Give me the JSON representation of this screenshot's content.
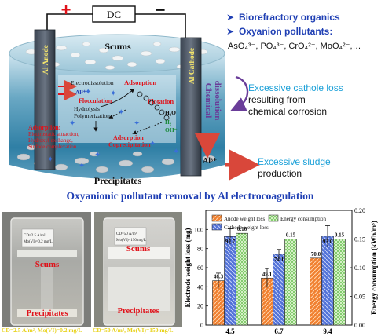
{
  "top_diagram": {
    "power_plus": "+",
    "power_minus": "−",
    "power_label": "DC",
    "scums_label": "Scums",
    "anode_label": "Al Anode",
    "cathode_label": "Al Cathode",
    "precipitates_label": "Precipitates",
    "inner": {
      "electrodissolution": "Electrodissolution",
      "al3": "Al³⁺",
      "adsorption_top": "Adsorption",
      "flocculation": "Flocculation",
      "hydrolysis": "Hydrolysis",
      "polymerization": "Polymerization",
      "flotation": "Flotation",
      "h2o": "H₂O",
      "h2": "H₂",
      "oh": "OH⁻",
      "adsorption_left_title": "Adsorption:",
      "adsorption_left_1": "Electrostatic attraction,",
      "adsorption_left_2": "Hydroxyl exchange,",
      "adsorption_left_3": "Surface complexation",
      "adsorption_right_1": "Adsorption",
      "adsorption_right_2": "Coprecipitation",
      "chemical_dissolution_1": "Chemical",
      "chemical_dissolution_2": "dissolution",
      "al_ion": "Al³⁺"
    }
  },
  "right_notes": {
    "bullet1": "Biorefractory organics",
    "bullet2": "Oxyanion pollutants:",
    "ions": "AsO₄³⁻, PO₄³⁻, CrO₄²⁻, MoO₄²⁻,…",
    "cathode_loss_1": "Excessive cathole loss",
    "cathode_loss_2": "resulting from",
    "cathode_loss_3": "chemical corrosion",
    "sludge_1": "Excessive sludge",
    "sludge_2": "production"
  },
  "main_title": "Oxyanionic pollutant removal by Al electrocoagulation",
  "photo_left": {
    "label_line1": "CD=2.5 A/m²",
    "label_line2": "Mo(VI)=0.2 mg/L",
    "scums": "Scums",
    "precipitates": "Precipitates",
    "caption": "CD=2.5 A/m², Mo(VI)=0.2 mg/L"
  },
  "photo_right": {
    "label_line1": "CD=50 A/m²",
    "label_line2": "Mo(VI)=150 mg/L",
    "scums": "Scums",
    "precipitates": "Precipitates",
    "caption": "CD=50 A/m², Mo(VI)=150 mg/L"
  },
  "chart_data": {
    "type": "bar",
    "categories": [
      "4.5",
      "6.7",
      "9.4"
    ],
    "series": [
      {
        "name": "Anode weight loss",
        "axis": "left",
        "values": [
          46.3,
          49.1,
          70.0
        ],
        "errors": [
          8,
          10,
          0
        ],
        "color": "#f07c2a",
        "pattern": "diag"
      },
      {
        "name": "Cathode weight loss",
        "axis": "left",
        "values": [
          92.7,
          74.1,
          93.0
        ],
        "errors": [
          8,
          5,
          11
        ],
        "color": "#4f6fd8",
        "pattern": "diag"
      },
      {
        "name": "Energy consumption",
        "axis": "right",
        "values": [
          0.16,
          0.15,
          0.15
        ],
        "errors": [
          0,
          0,
          0
        ],
        "color": "#5cbf4a",
        "pattern": "grid"
      }
    ],
    "ylabel": "Electrode weight loss (mg)",
    "ylim": [
      0,
      120
    ],
    "yticks": [
      0,
      20,
      40,
      60,
      80,
      100
    ],
    "y2label": "Energy consumption (kWh/m³)",
    "y2lim": [
      0,
      0.2
    ],
    "y2ticks": [
      "0.00",
      "0.05",
      "0.10",
      "0.15",
      "0.20"
    ],
    "data_labels": [
      [
        "46.3",
        "92.7",
        "0.16"
      ],
      [
        "49.1",
        "74.1",
        "0.15"
      ],
      [
        "70.0",
        "93.0",
        "0.15"
      ]
    ]
  }
}
